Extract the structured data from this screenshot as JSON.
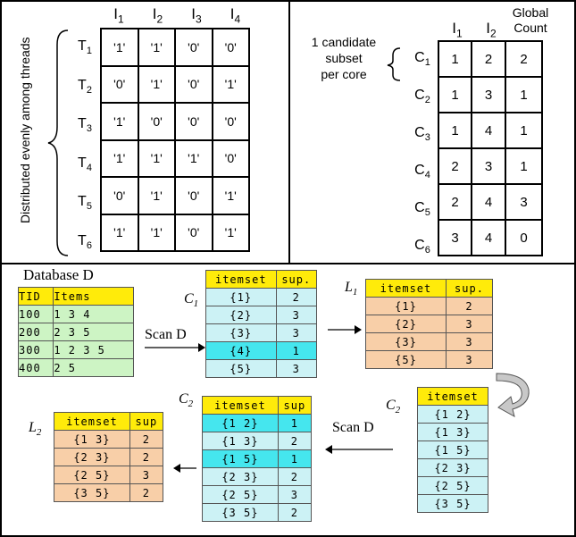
{
  "top_left": {
    "side_label": "Distributed evenly among threads",
    "columns": [
      "I",
      "I",
      "I",
      "I"
    ],
    "column_subs": [
      "1",
      "2",
      "3",
      "4"
    ],
    "rows": [
      {
        "label": "T",
        "sub": "1",
        "cells": [
          "'1'",
          "'1'",
          "'0'",
          "'0'"
        ]
      },
      {
        "label": "T",
        "sub": "2",
        "cells": [
          "'0'",
          "'1'",
          "'0'",
          "'1'"
        ]
      },
      {
        "label": "T",
        "sub": "3",
        "cells": [
          "'1'",
          "'0'",
          "'0'",
          "'0'"
        ]
      },
      {
        "label": "T",
        "sub": "4",
        "cells": [
          "'1'",
          "'1'",
          "'1'",
          "'0'"
        ]
      },
      {
        "label": "T",
        "sub": "5",
        "cells": [
          "'0'",
          "'1'",
          "'0'",
          "'1'"
        ]
      },
      {
        "label": "T",
        "sub": "6",
        "cells": [
          "'1'",
          "'1'",
          "'0'",
          "'1'"
        ]
      }
    ]
  },
  "top_right": {
    "note_line1": "1 candidate",
    "note_line2": "subset",
    "note_line3": "per core",
    "col1": "I",
    "col1_sub": "1",
    "col2": "I",
    "col2_sub": "2",
    "col3_line1": "Global",
    "col3_line2": "Count",
    "rows": [
      {
        "label": "C",
        "sub": "1",
        "cells": [
          "1",
          "2",
          "2"
        ]
      },
      {
        "label": "C",
        "sub": "2",
        "cells": [
          "1",
          "3",
          "1"
        ]
      },
      {
        "label": "C",
        "sub": "3",
        "cells": [
          "1",
          "4",
          "1"
        ]
      },
      {
        "label": "C",
        "sub": "4",
        "cells": [
          "2",
          "3",
          "1"
        ]
      },
      {
        "label": "C",
        "sub": "5",
        "cells": [
          "2",
          "4",
          "3"
        ]
      },
      {
        "label": "C",
        "sub": "6",
        "cells": [
          "3",
          "4",
          "0"
        ]
      }
    ]
  },
  "bottom": {
    "db_title": "Database D",
    "db_header": [
      "TID",
      "Items"
    ],
    "db_rows": [
      [
        "100",
        "1 3 4"
      ],
      [
        "200",
        "2 3 5"
      ],
      [
        "300",
        "1 2 3 5"
      ],
      [
        "400",
        "2 5"
      ]
    ],
    "scan1": "Scan D",
    "scan2": "Scan D",
    "c1_label": "C",
    "c1_sub": "1",
    "c1_header": [
      "itemset",
      "sup."
    ],
    "c1_rows": [
      [
        "{1}",
        "2"
      ],
      [
        "{2}",
        "3"
      ],
      [
        "{3}",
        "3"
      ],
      [
        "{4}",
        "1"
      ],
      [
        "{5}",
        "3"
      ]
    ],
    "l1_label": "L",
    "l1_sub": "1",
    "l1_header": [
      "itemset",
      "sup."
    ],
    "l1_rows": [
      [
        "{1}",
        "2"
      ],
      [
        "{2}",
        "3"
      ],
      [
        "{3}",
        "3"
      ],
      [
        "{5}",
        "3"
      ]
    ],
    "c2a_label": "C",
    "c2a_sub": "2",
    "c2a_header": [
      "itemset"
    ],
    "c2a_rows": [
      "{1 2}",
      "{1 3}",
      "{1 5}",
      "{2 3}",
      "{2 5}",
      "{3 5}"
    ],
    "c2b_label": "C",
    "c2b_sub": "2",
    "c2b_header": [
      "itemset",
      "sup"
    ],
    "c2b_rows": [
      [
        "{1 2}",
        "1"
      ],
      [
        "{1 3}",
        "2"
      ],
      [
        "{1 5}",
        "1"
      ],
      [
        "{2 3}",
        "2"
      ],
      [
        "{2 5}",
        "3"
      ],
      [
        "{3 5}",
        "2"
      ]
    ],
    "l2_label": "L",
    "l2_sub": "2",
    "l2_header": [
      "itemset",
      "sup"
    ],
    "l2_rows": [
      [
        "{1 3}",
        "2"
      ],
      [
        "{2 3}",
        "2"
      ],
      [
        "{2 5}",
        "3"
      ],
      [
        "{3 5}",
        "2"
      ]
    ]
  }
}
